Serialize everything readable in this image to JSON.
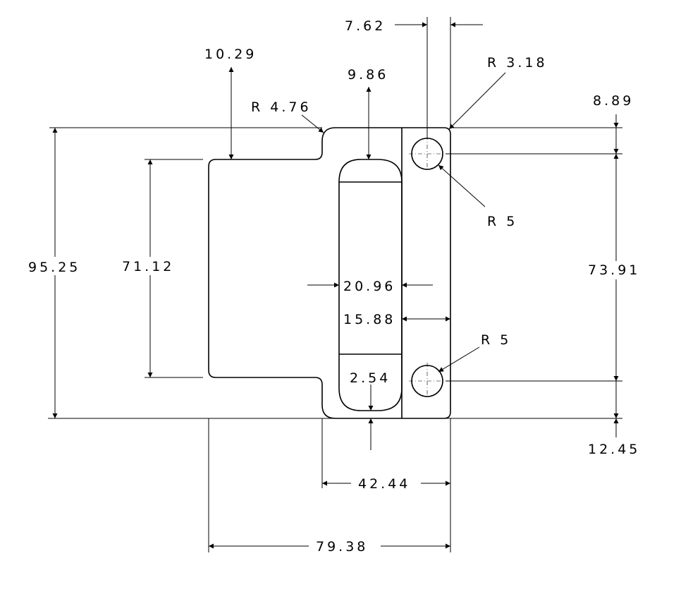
{
  "dimensions": {
    "d_7_62": "7.62",
    "d_10_29": "10.29",
    "d_9_86": "9.86",
    "r_3_18": "R 3.18",
    "r_4_76": "R 4.76",
    "d_8_89": "8.89",
    "r_5_top": "R 5",
    "d_95_25": "95.25",
    "d_71_12": "71.12",
    "d_73_91": "73.91",
    "d_20_96": "20.96",
    "d_15_88": "15.88",
    "r_5_bottom": "R 5",
    "d_2_54": "2.54",
    "d_12_45": "12.45",
    "d_42_44": "42.44",
    "d_79_38": "79.38"
  },
  "colors": {
    "line": "#000000",
    "background": "#ffffff"
  }
}
